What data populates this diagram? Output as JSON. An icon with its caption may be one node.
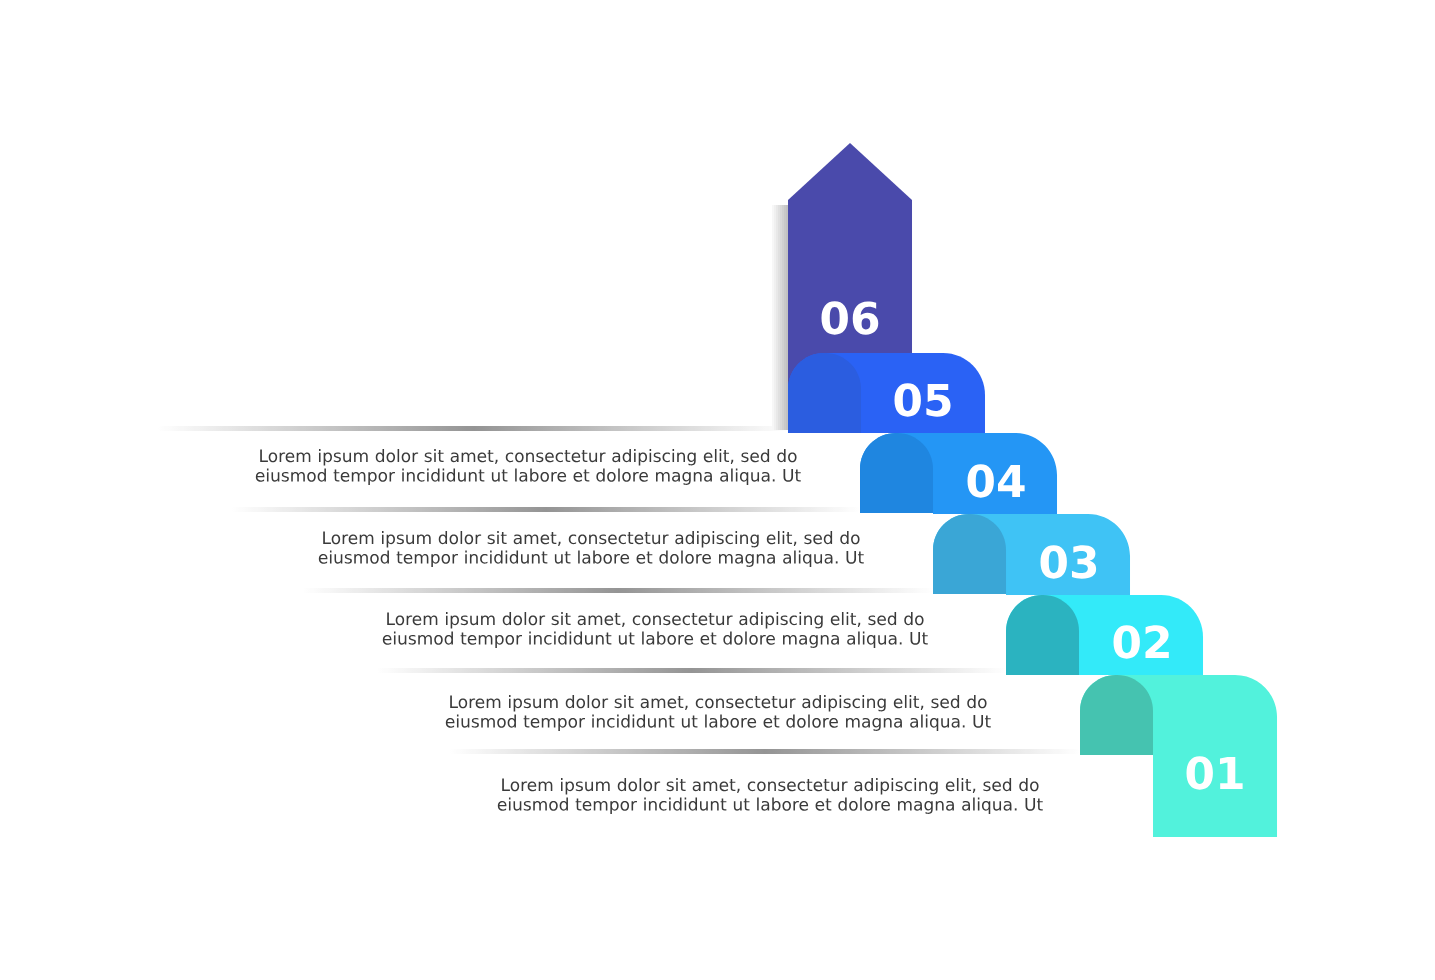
{
  "diagram": {
    "nodes": [
      {
        "text": [
          "01"
        ],
        "beside": [
          "Lorem ipsum dolor sit amet, consectetur adipiscing elit, sed do eiusmod tempor incididunt ut labore et dolore magna aliqua. Ut"
        ]
      },
      {
        "text": [
          "02"
        ],
        "beside": [
          "Lorem ipsum dolor sit amet, consectetur adipiscing elit, sed do eiusmod tempor incididunt ut labore et dolore magna aliqua. Ut"
        ]
      },
      {
        "text": [
          "03"
        ],
        "beside": [
          "Lorem ipsum dolor sit amet, consectetur adipiscing elit, sed do eiusmod tempor incididunt ut labore et dolore magna aliqua. Ut"
        ]
      },
      {
        "text": [
          "04"
        ],
        "beside": [
          "Lorem ipsum dolor sit amet, consectetur adipiscing elit, sed do eiusmod tempor incididunt ut labore et dolore magna aliqua. Ut"
        ]
      },
      {
        "text": [
          "05"
        ],
        "beside": [
          "Lorem ipsum dolor sit amet, consectetur adipiscing elit, sed do eiusmod tempor incididunt ut labore et dolore magna aliqua. Ut"
        ]
      },
      {
        "text": [
          "06"
        ]
      }
    ]
  }
}
